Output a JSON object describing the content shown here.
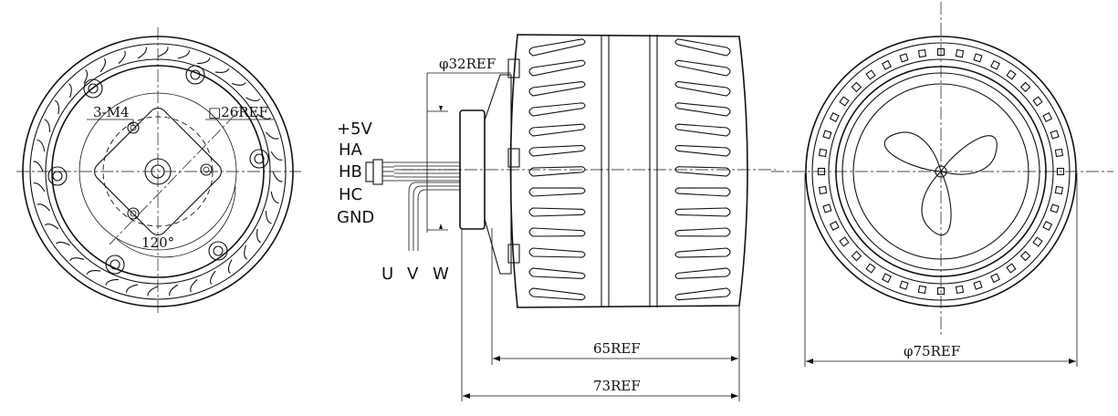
{
  "front_view": {
    "thread_callout": "3-M4",
    "square_callout": "□26REF",
    "angle_callout": "120°"
  },
  "side_view": {
    "shaft_diameter": "φ32REF",
    "wire_labels": [
      "+5V",
      "HA",
      "HB",
      "HC",
      "GND"
    ],
    "phase_labels": [
      "U",
      "V",
      "W"
    ],
    "length_inner": "65REF",
    "length_total": "73REF"
  },
  "rear_view": {
    "outer_diameter": "φ75REF"
  }
}
